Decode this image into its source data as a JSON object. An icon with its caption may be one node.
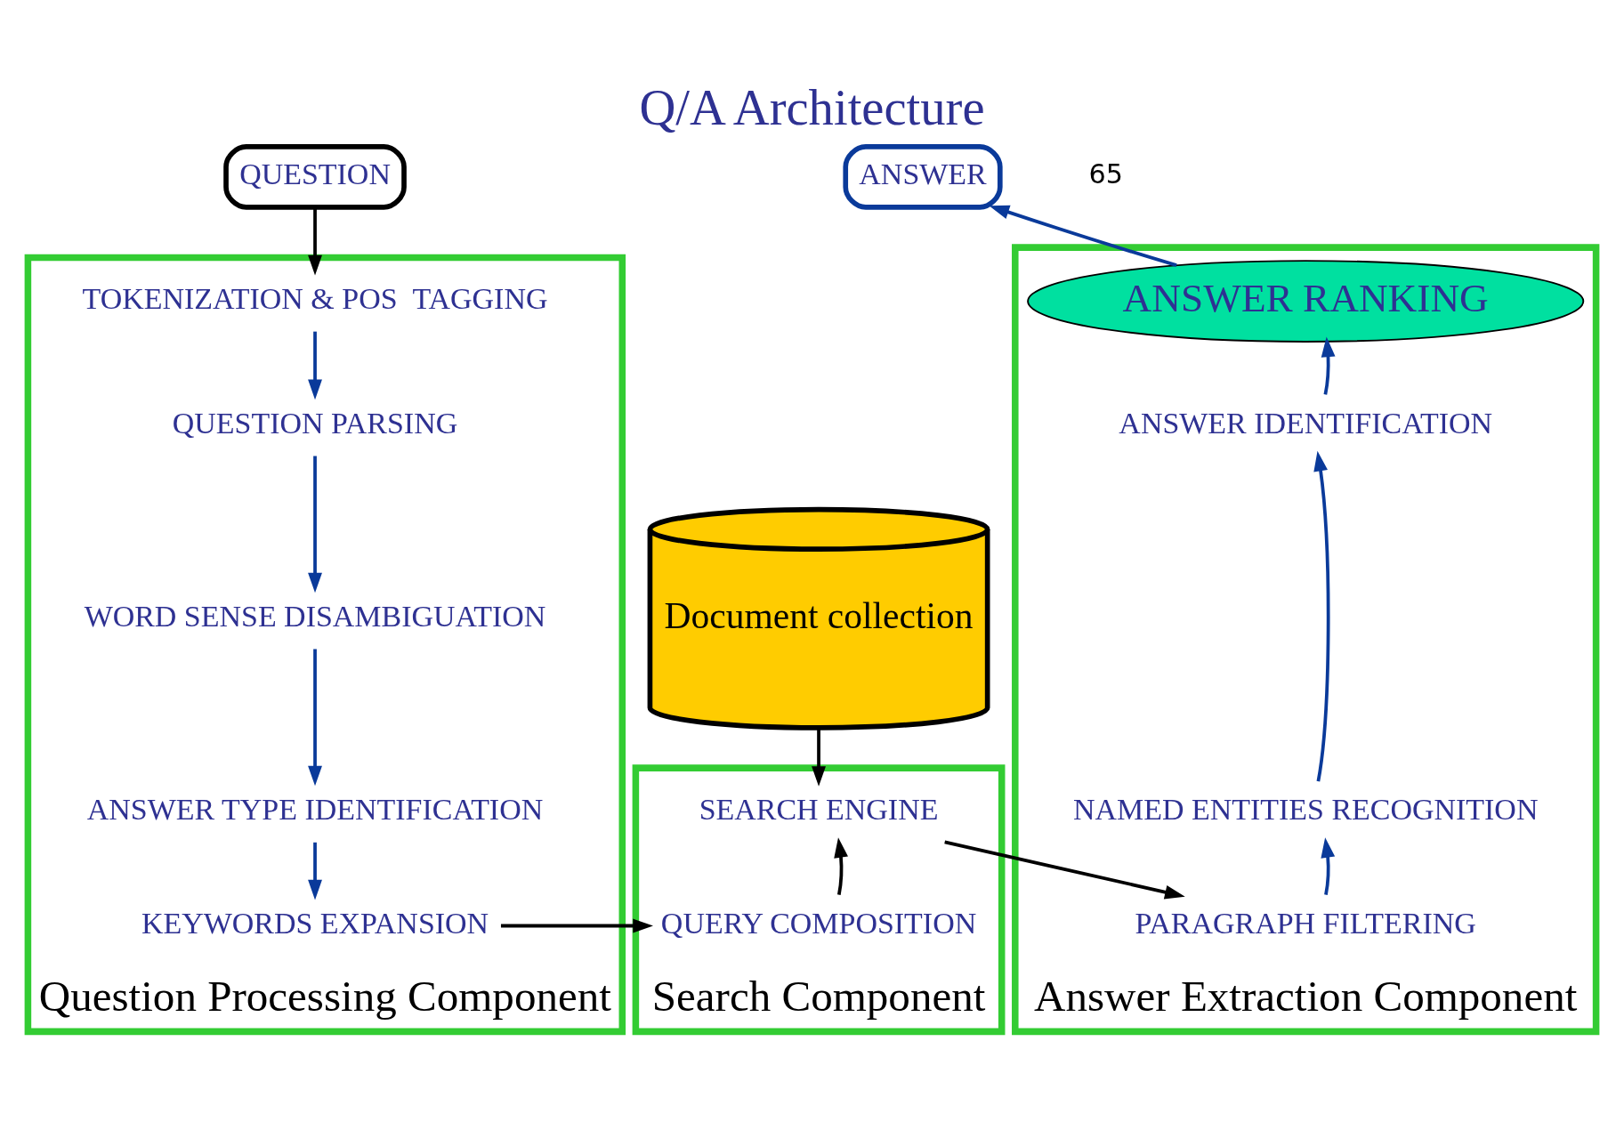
{
  "diagram": {
    "title": "Q/A Architecture",
    "nodes": [
      {
        "text": [
          "QUESTION"
        ]
      },
      {
        "text": [
          "Question Processing Component"
        ]
      },
      {
        "text": [
          "TOKENIZATION & POS  TAGGING"
        ],
        "in": 1
      },
      {
        "text": [
          "QUESTION PARSING"
        ],
        "in": 1
      },
      {
        "text": [
          "WORD SENSE DISAMBIGUATION"
        ],
        "in": 1
      },
      {
        "text": [
          "ANSWER TYPE IDENTIFICATION"
        ],
        "in": 1
      },
      {
        "text": [
          "KEYWORDS EXPANSION"
        ],
        "in": 1
      },
      {
        "text": [
          "Document collection"
        ]
      },
      {
        "text": [
          "Search Component"
        ]
      },
      {
        "text": [
          "SEARCH ENGINE"
        ],
        "in": 8
      },
      {
        "text": [
          "QUERY COMPOSITION"
        ],
        "in": 8
      },
      {
        "text": [
          "ANSWER"
        ]
      },
      {
        "text": [
          "Answer Extraction Component"
        ]
      },
      {
        "text": [
          "ANSWER RANKING"
        ],
        "in": 12
      },
      {
        "text": [
          "ANSWER IDENTIFICATION"
        ],
        "in": 12
      },
      {
        "text": [
          "NAMED ENTITIES RECOGNITION"
        ],
        "in": 12
      },
      {
        "text": [
          "PARAGRAPH FILTERING"
        ],
        "in": 12
      }
    ],
    "edges": [
      {
        "from": 0,
        "to": 2,
        "arrow": "to",
        "color": "#000000"
      },
      {
        "from": 2,
        "to": 3,
        "arrow": "to"
      },
      {
        "from": 3,
        "to": 4,
        "arrow": "to"
      },
      {
        "from": 4,
        "to": 5,
        "arrow": "to"
      },
      {
        "from": 5,
        "to": 6,
        "arrow": "to"
      },
      {
        "from": 6,
        "to": 10,
        "arrow": "to",
        "color": "#000000"
      },
      {
        "from": 10,
        "to": 9,
        "arrow": "to",
        "color": "#000000"
      },
      {
        "from": 7,
        "to": 9,
        "arrow": "to",
        "color": "#000000"
      },
      {
        "from": 9,
        "to": 16,
        "arrow": "to",
        "color": "#000000"
      },
      {
        "from": 16,
        "to": 15,
        "arrow": "to"
      },
      {
        "from": 15,
        "to": 14,
        "arrow": "to"
      },
      {
        "from": 14,
        "to": 13,
        "arrow": "to"
      },
      {
        "from": 13,
        "to": 11,
        "arrow": "to"
      }
    ],
    "labels": [
      "65"
    ]
  }
}
